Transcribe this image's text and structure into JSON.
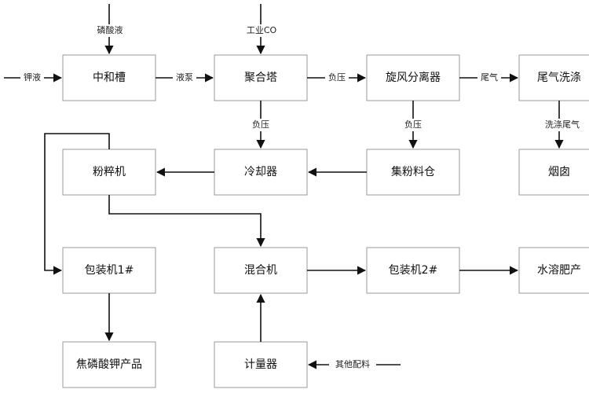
{
  "boxes": {
    "neutralization_tank": "中和槽",
    "polymerization_tower": "聚合塔",
    "cyclone_separator": "旋风分离器",
    "tail_gas_washer": "尾气洗涤",
    "pulverizer": "粉粹机",
    "cooler": "冷却器",
    "powder_silo": "集粉料仓",
    "chimney": "烟囱",
    "packer_1": "包装机1#",
    "mixer": "混合机",
    "packer_2": "包装机2#",
    "water_soluble_fertilizer": "水溶肥产",
    "pyrophosphate_product": "焦磷酸钾产品",
    "metering_device": "计量器"
  },
  "labels": {
    "phosphoric_acid": "磷酸液",
    "industrial_co": "工业CO",
    "potassium_liquid": "钾液",
    "liquid_pump": "液泵",
    "negative_pressure_1": "负压",
    "tail_gas": "尾气",
    "negative_pressure_2": "负压",
    "negative_pressure_3": "负压",
    "washed_tail_gas": "洗涤尾气",
    "other_ingredients": "其他配料"
  }
}
